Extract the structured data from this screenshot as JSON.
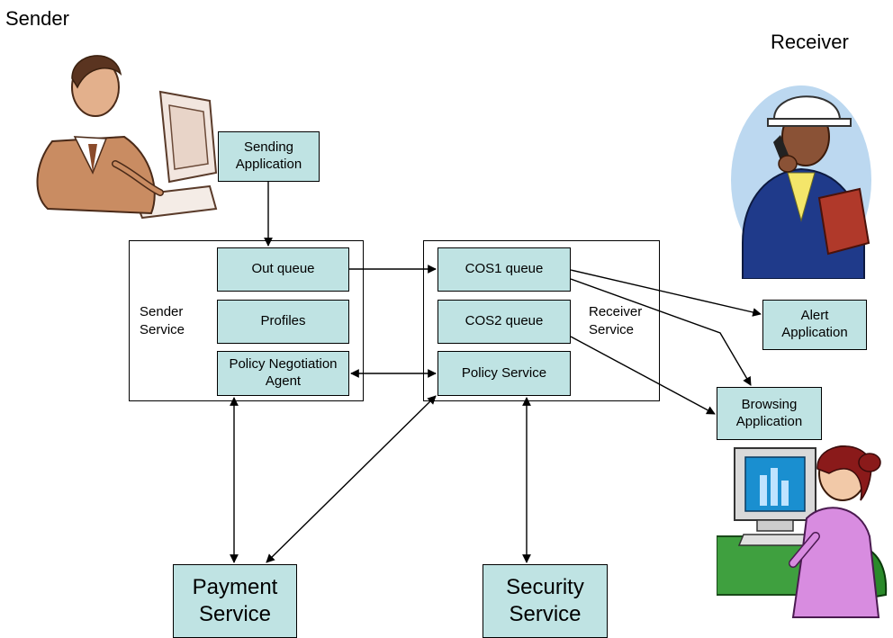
{
  "labels": {
    "sender": "Sender",
    "receiver": "Receiver"
  },
  "boxes": {
    "sending_app": "Sending\nApplication",
    "out_queue": "Out queue",
    "profiles": "Profiles",
    "policy_negotiation": "Policy Negotiation\nAgent",
    "cos1_queue": "COS1 queue",
    "cos2_queue": "COS2 queue",
    "policy_service": "Policy Service",
    "alert_app": "Alert\nApplication",
    "browsing_app": "Browsing\nApplication",
    "payment_service": "Payment\nService",
    "security_service": "Security\nService"
  },
  "containers": {
    "sender_service": "Sender\nService",
    "receiver_service": "Receiver\nService"
  },
  "colors": {
    "box_fill": "#bfe3e3",
    "stroke": "#000000"
  },
  "icons": [
    "businessman-at-computer-icon",
    "worker-with-hardhat-on-phone-icon",
    "woman-at-computer-icon"
  ]
}
